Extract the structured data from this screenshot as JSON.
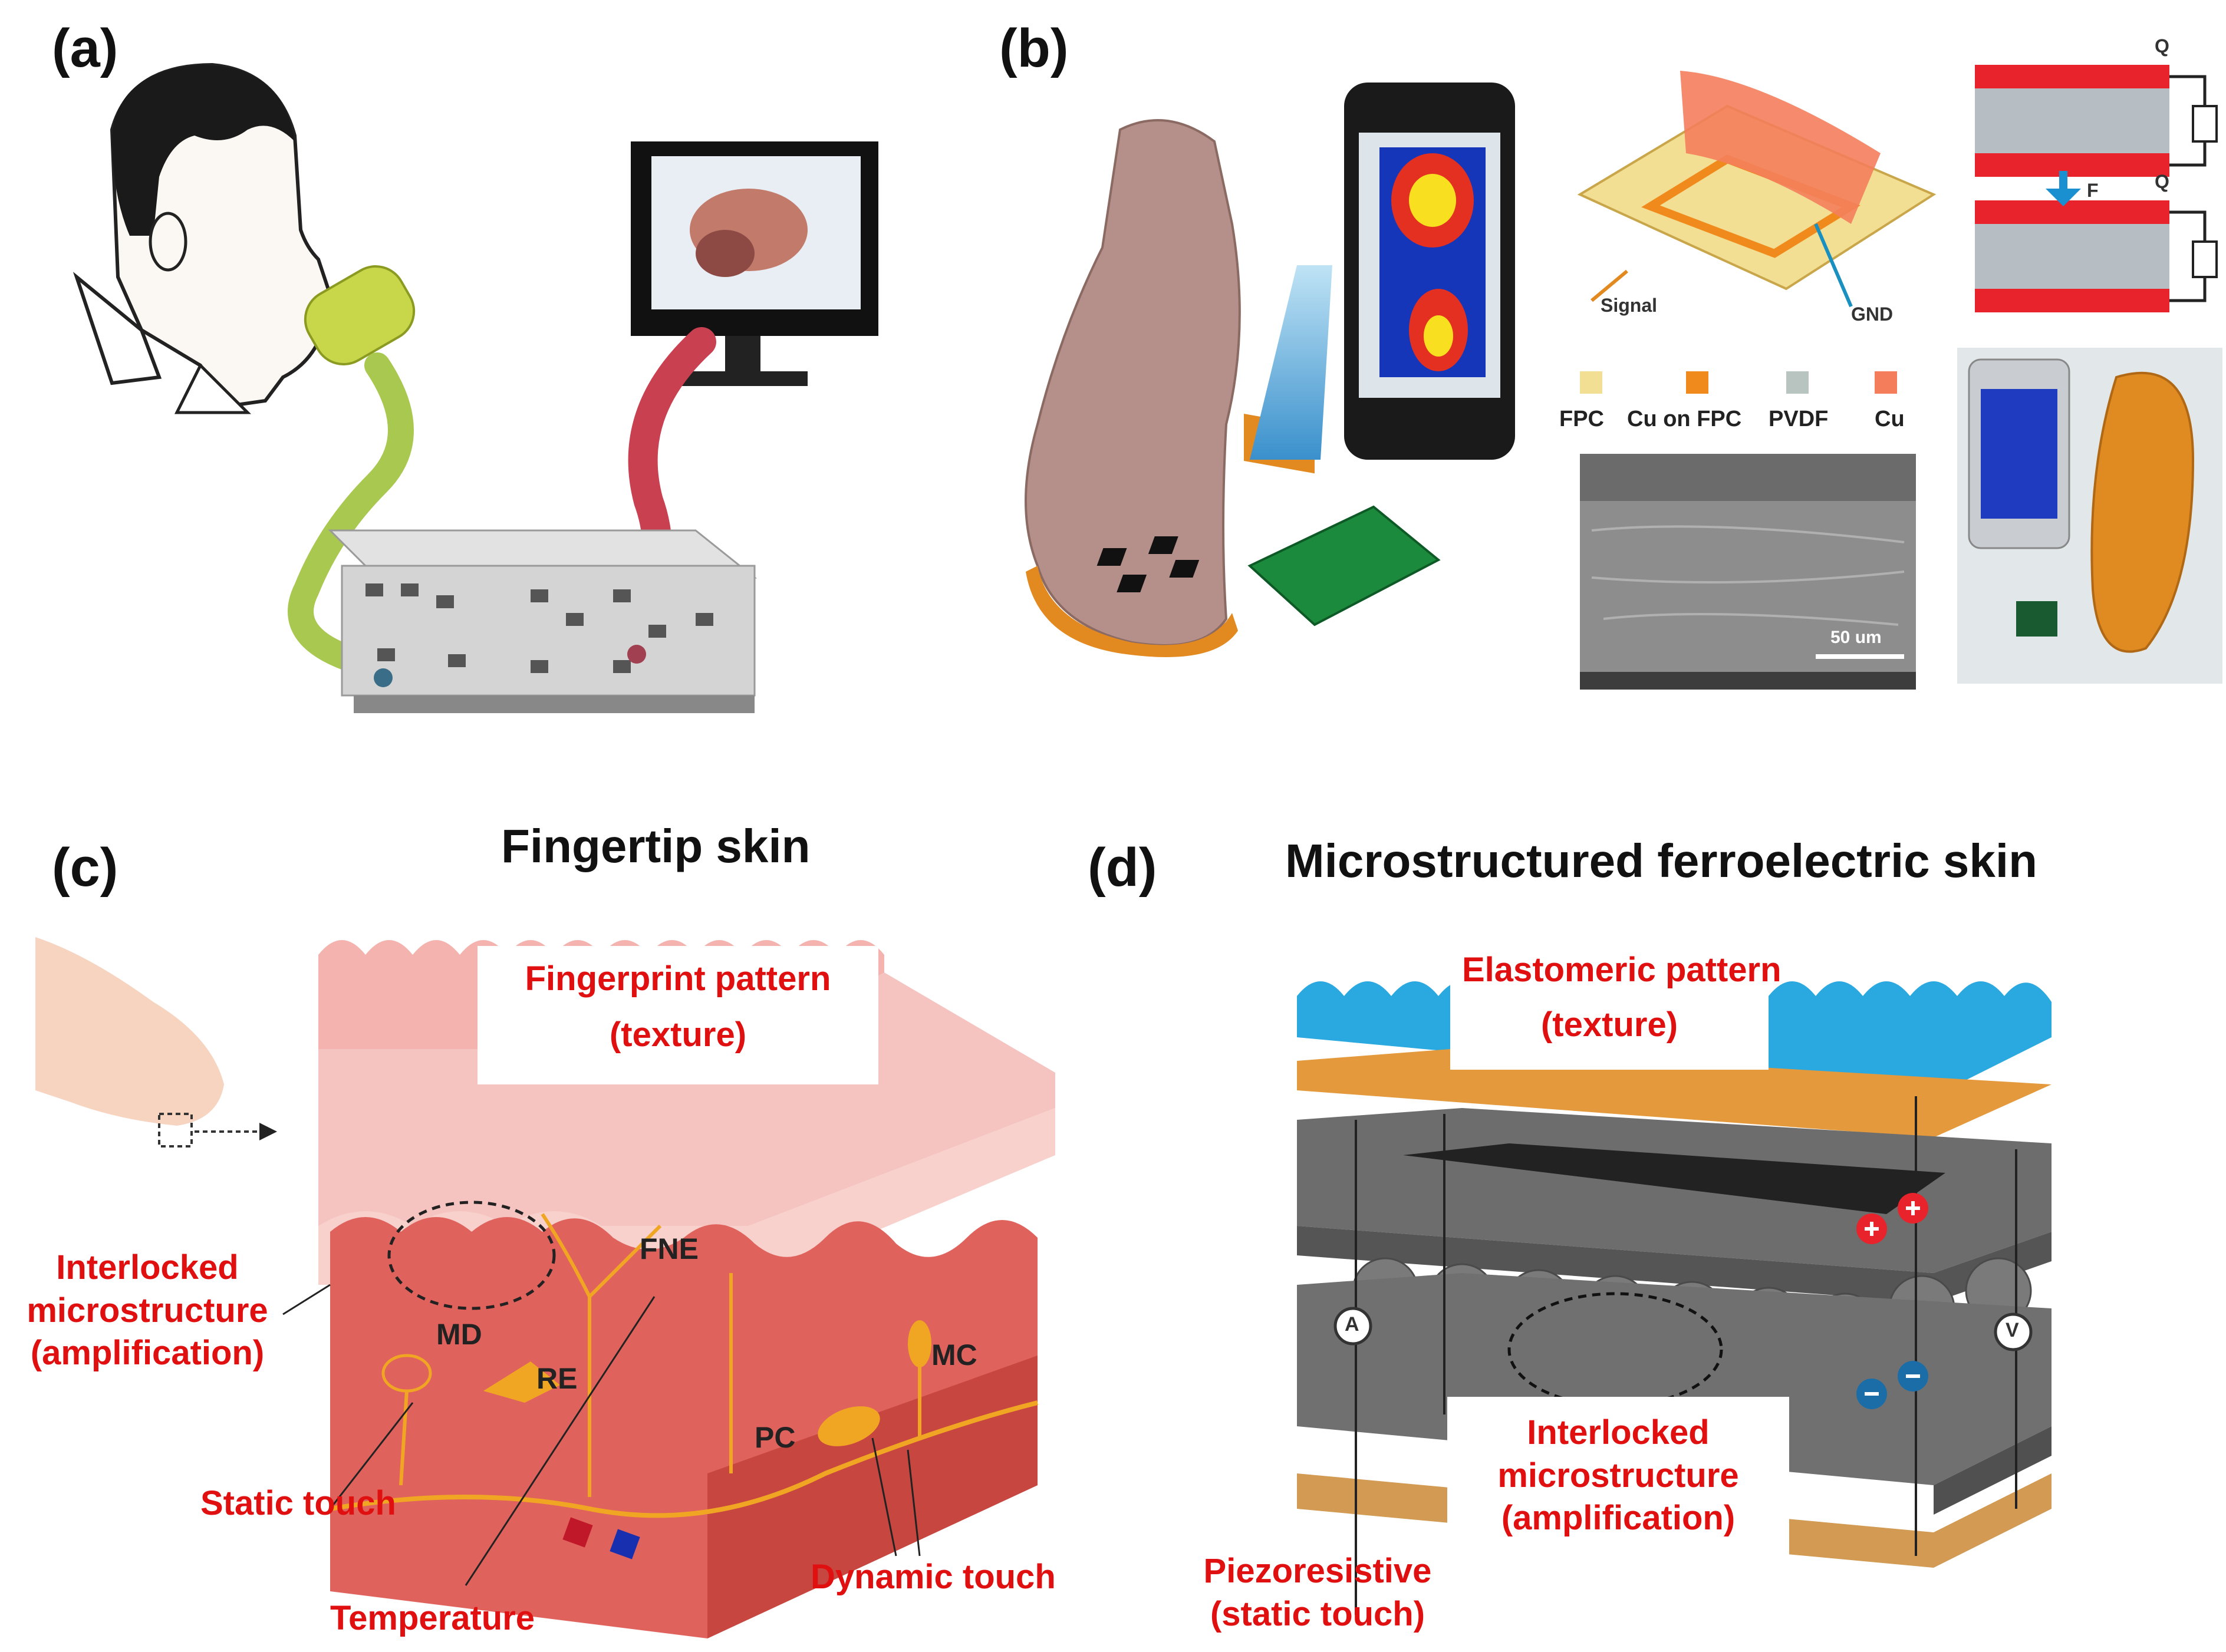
{
  "panels": {
    "a": {
      "letter": "(a)"
    },
    "b": {
      "letter": "(b)",
      "labels": {
        "signal": "Signal",
        "gnd": "GND",
        "force": "F",
        "charge_top": "Q",
        "charge_bottom": "Q"
      },
      "legend": [
        "FPC",
        "Cu on FPC",
        "PVDF",
        "Cu"
      ],
      "legend_colors": [
        "#f3df93",
        "#f08a1c",
        "#b8c4c0",
        "#f47e5c"
      ],
      "scale_bar": "50 um"
    },
    "c": {
      "letter": "(c)",
      "title": "Fingertip skin",
      "fingerprint_pattern": [
        "Fingerprint pattern",
        "(texture)"
      ],
      "interlocked": [
        "Interlocked",
        "microstructure",
        "(amplification)"
      ],
      "receptors": {
        "md": "MD",
        "re": "RE",
        "fne": "FNE",
        "pc": "PC",
        "mc": "MC"
      },
      "static_touch": "Static touch",
      "temperature": "Temperature",
      "dynamic_touch": "Dynamic touch"
    },
    "d": {
      "letter": "(d)",
      "title": "Microstructured ferroelectric skin",
      "elastomeric_pattern": [
        "Elastomeric pattern",
        "(texture)"
      ],
      "interlocked": [
        "Interlocked",
        "microstructure",
        "(amplification)"
      ],
      "piezoresistive": [
        "Piezoresistive",
        "(static touch)"
      ],
      "meters": {
        "ammeter": "A",
        "voltmeter": "V"
      }
    }
  },
  "colors": {
    "label_red": "#e01010",
    "skin": "#e0625c",
    "elastomer_blue": "#2aa8e0",
    "electrode_orange": "#e49a3c",
    "ferroelectric_gray": "#6d6d6d"
  }
}
